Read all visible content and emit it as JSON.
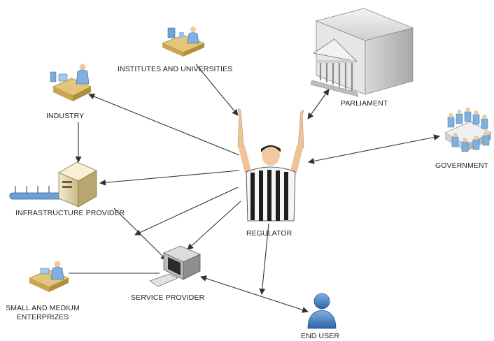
{
  "nodes": {
    "institutes": {
      "label": "INSTITUTES AND UNIVERSITIES"
    },
    "industry": {
      "label": "INDUSTRY"
    },
    "parliament": {
      "label": "PARLIAMENT"
    },
    "government": {
      "label": "GOVERNMENT"
    },
    "infrastructure": {
      "label": "INFRASTRUCTURE PROVIDER"
    },
    "regulator": {
      "label": "REGULATOR"
    },
    "service": {
      "label": "SERVICE PROVIDER"
    },
    "sme": {
      "label_line1": "SMALL AND MEDIUM",
      "label_line2": "ENTERPRIZES"
    },
    "end_user": {
      "label": "END USER"
    }
  },
  "edges": [
    {
      "from": "regulator",
      "to": "industry",
      "style": "arrow"
    },
    {
      "from": "institutes",
      "to": "regulator",
      "style": "arrow"
    },
    {
      "from": "parliament",
      "to": "regulator",
      "style": "double-arrow"
    },
    {
      "from": "government",
      "to": "regulator",
      "style": "double-arrow"
    },
    {
      "from": "regulator",
      "to": "infrastructure",
      "style": "arrow"
    },
    {
      "from": "regulator",
      "to": "service",
      "style": "arrow"
    },
    {
      "from": "regulator",
      "to": "end_user",
      "style": "arrow"
    },
    {
      "from": "industry",
      "to": "infrastructure",
      "style": "arrow"
    },
    {
      "from": "infrastructure",
      "to": "service",
      "style": "arrow"
    },
    {
      "from": "sme",
      "to": "service",
      "style": "line"
    },
    {
      "from": "service",
      "to": "end_user",
      "style": "double-arrow"
    }
  ],
  "colors": {
    "edge": "#333333",
    "person_blue": "#3a78c4"
  }
}
